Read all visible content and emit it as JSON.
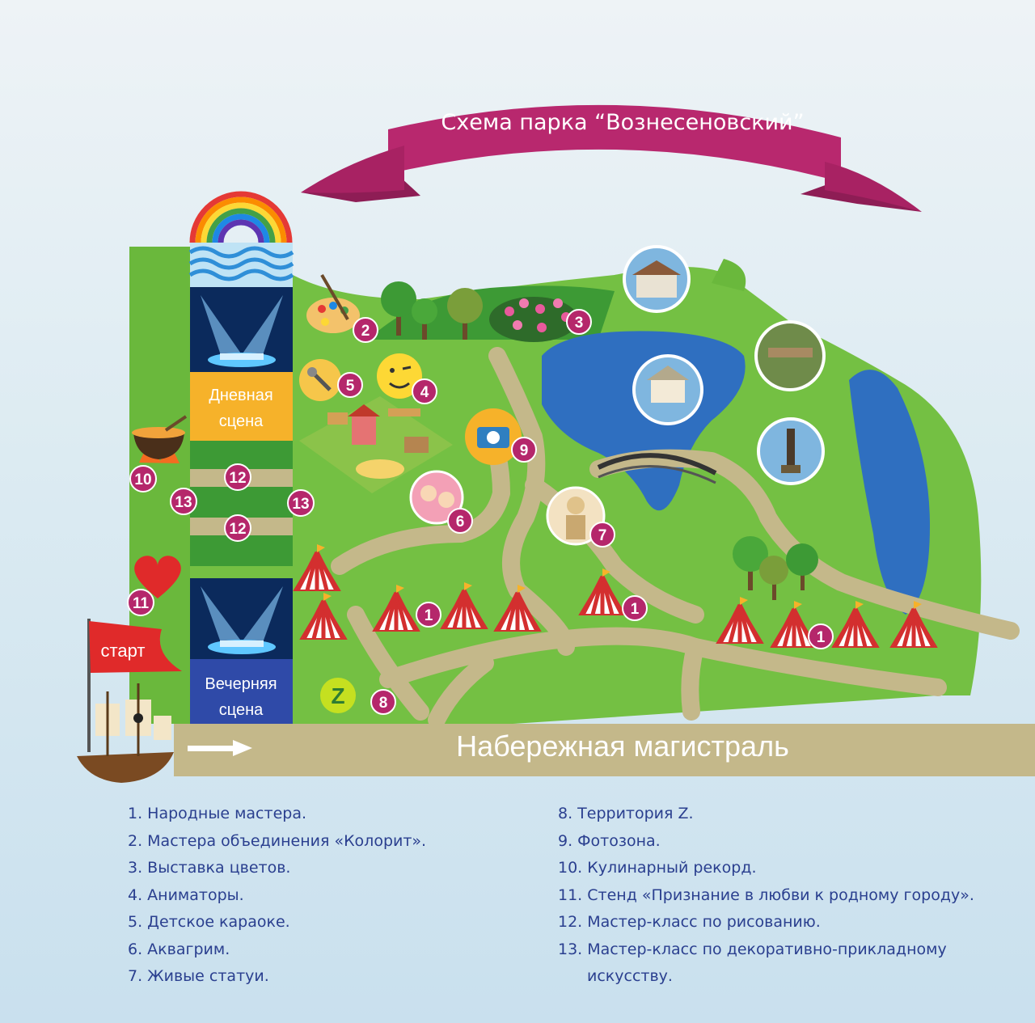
{
  "title": "Схема парка “Вознесеновский”",
  "start_label": "старт",
  "day_stage_line1": "Дневная",
  "day_stage_line2": "сцена",
  "evening_stage_line1": "Вечерняя",
  "evening_stage_line2": "сцена",
  "road_label": "Набережная магистраль",
  "z_logo": "Z",
  "markers": {
    "m1": "1",
    "m2": "2",
    "m3": "3",
    "m4": "4",
    "m5": "5",
    "m6": "6",
    "m7": "7",
    "m8": "8",
    "m9": "9",
    "m10": "10",
    "m11": "11",
    "m12": "12",
    "m13": "13"
  },
  "legend_left": [
    "1. Народные мастера.",
    "2. Мастера объединения «Колорит».",
    "3. Выставка цветов.",
    "4. Аниматоры.",
    "5. Детское караоке.",
    "6. Аквагрим.",
    "7. Живые статуи."
  ],
  "legend_right": [
    "8. Территория Z.",
    "9. Фотозона.",
    "10. Кулинарный рекорд.",
    "11. Стенд «Признание в любви к родному городу».",
    "12. Мастер-класс по рисованию.",
    "13. Мастер-класс по декоративно-прикладному",
    "искусству."
  ],
  "colors": {
    "grass": "#74c043",
    "grass_dark": "#3d9a35",
    "path": "#c4b88a",
    "water": "#2f6fc0",
    "ribbon": "#b8286e",
    "marker": "#b5276b",
    "day_stage": "#f6b22a",
    "evening_stage": "#2f4aa8",
    "legend_text": "#2a3f8f"
  }
}
